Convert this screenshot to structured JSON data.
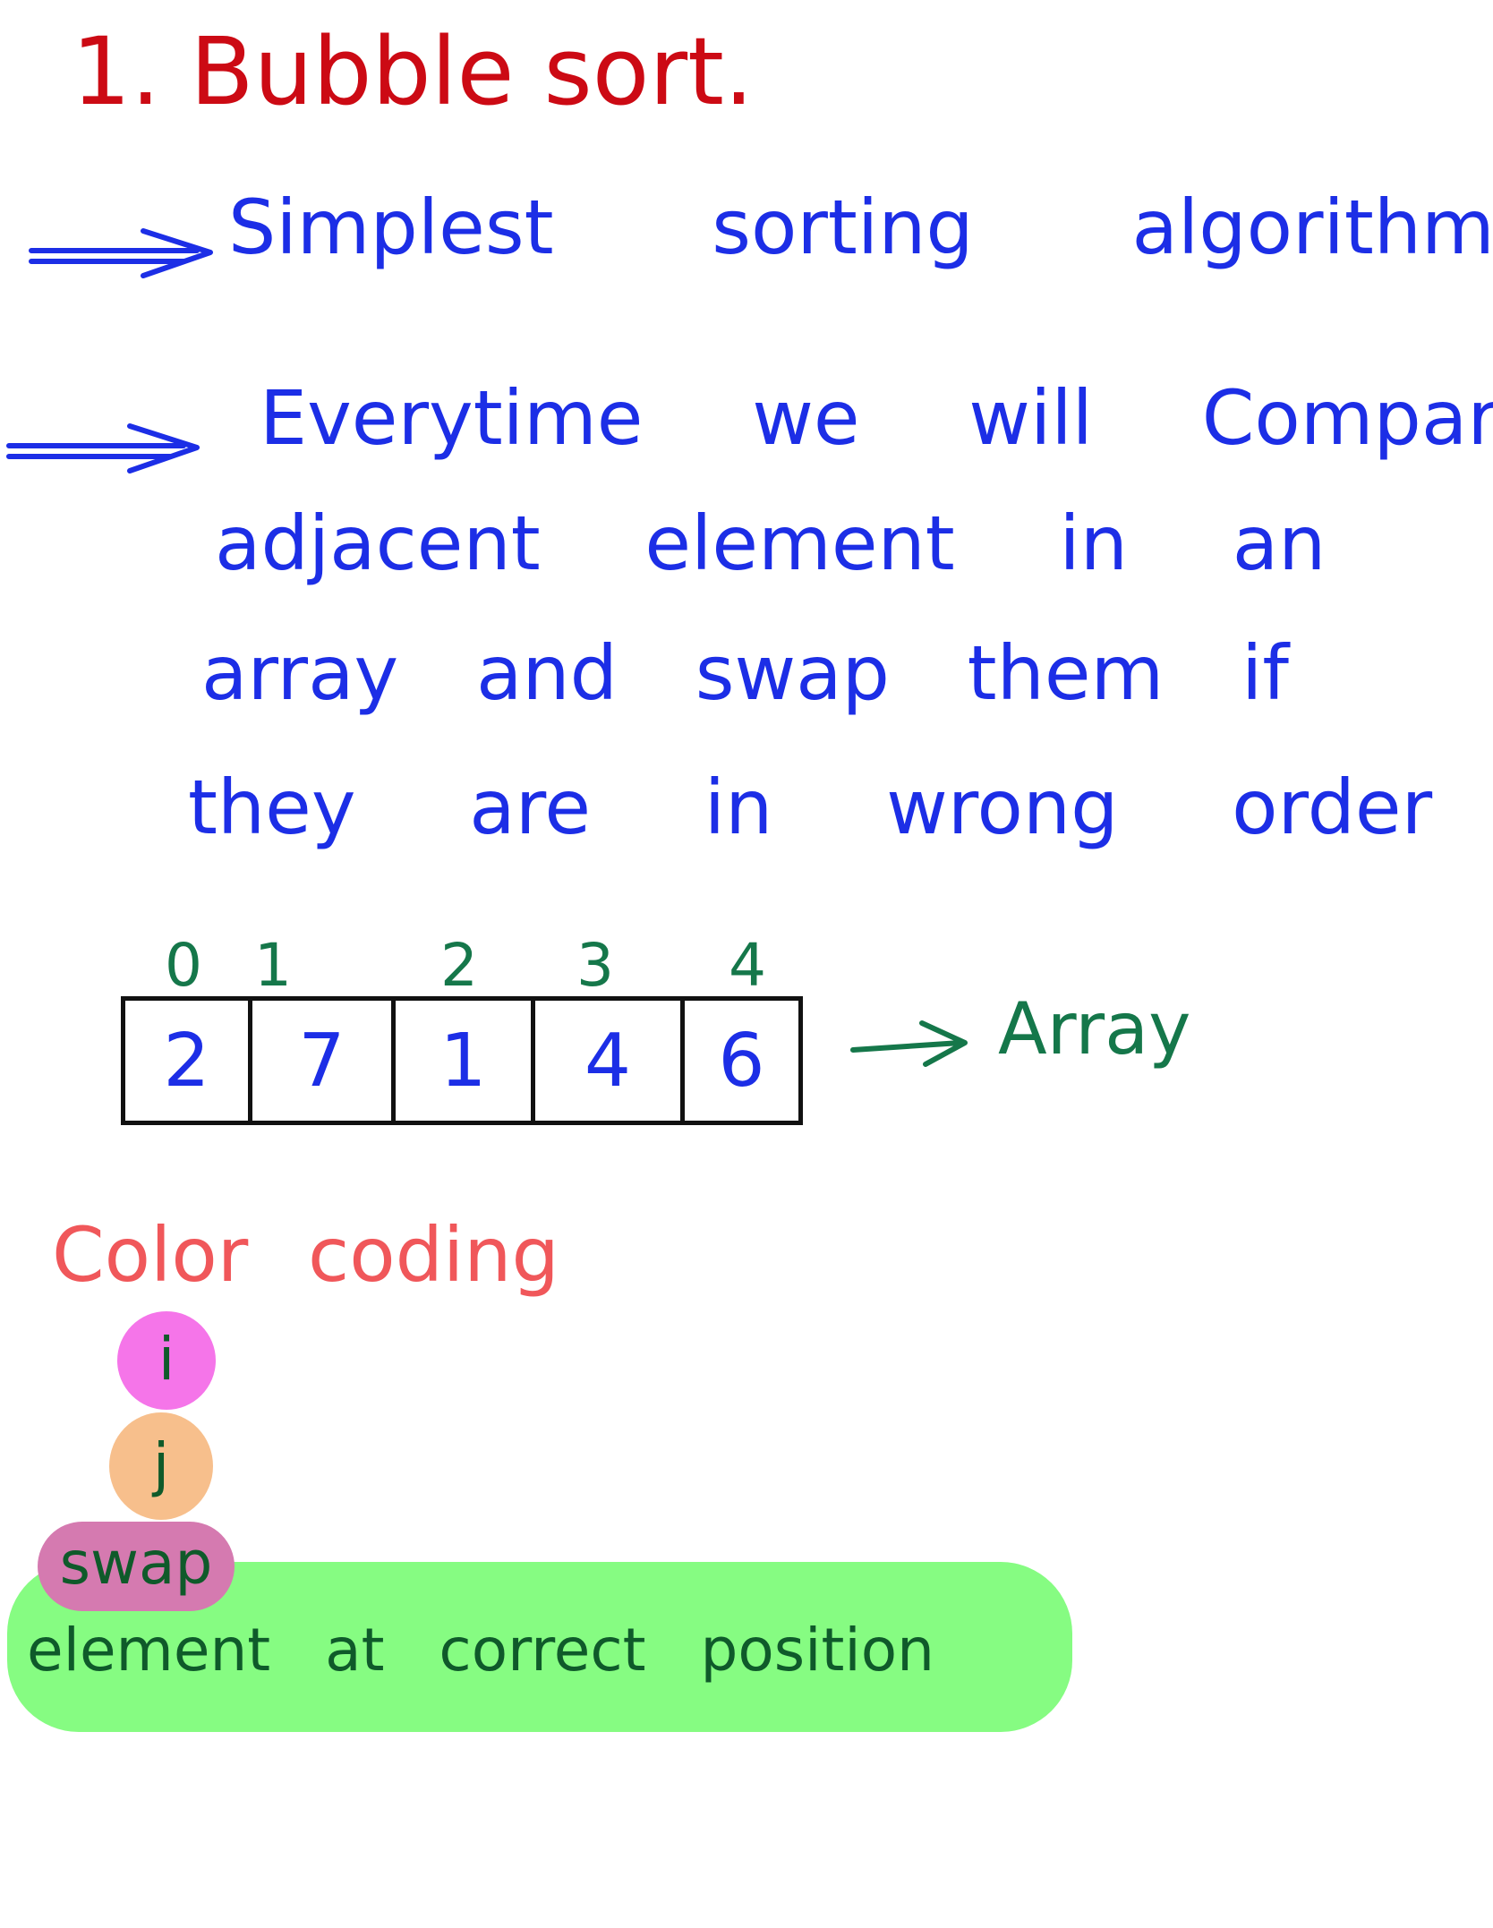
{
  "title": "1. Bubble sort.",
  "point1": {
    "arrow_icon": "double-arrow-right",
    "text": "Simplest sorting algorithm."
  },
  "point2": {
    "arrow_icon": "double-arrow-right",
    "lines": [
      "Everytime we will Compare",
      "adjacent element in an",
      "array and swap them if",
      "they are in wrong order"
    ]
  },
  "array_example": {
    "indices": [
      "0",
      "1",
      "2",
      "3",
      "4"
    ],
    "values": [
      "2",
      "7",
      "1",
      "4",
      "6"
    ],
    "label": "Array",
    "label_arrow_icon": "arrow-right"
  },
  "color_coding": {
    "title": "Color coding",
    "items": [
      {
        "text": "i",
        "color": "#f575e9"
      },
      {
        "text": "j",
        "color": "#f7bf8c"
      },
      {
        "text": "swap",
        "color": "#d57ab0"
      },
      {
        "text": "element at correct position",
        "color": "#86fc82"
      }
    ]
  },
  "colors": {
    "title": "#cc0a14",
    "body_text": "#1c2ee6",
    "array_annotation": "#15774a",
    "legend_title": "#f0575a",
    "legend_text": "#0f5a2a"
  }
}
